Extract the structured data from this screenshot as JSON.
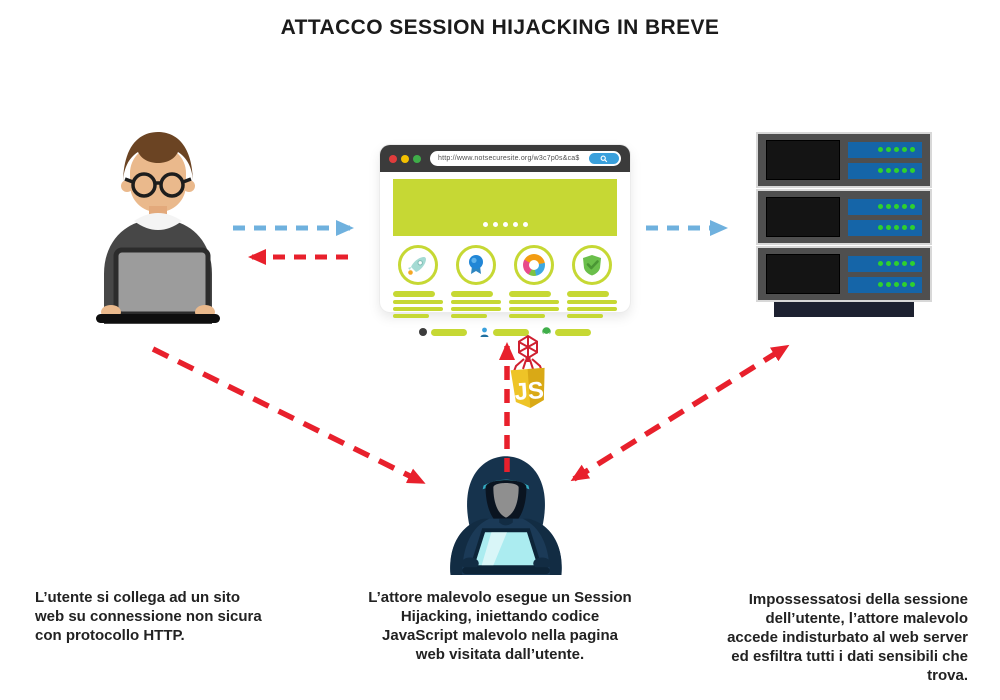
{
  "title": "ATTACCO SESSION HIJACKING IN BREVE",
  "browser": {
    "url": "http://www.notsecuresite.org/w3c7p0s&ca$",
    "traffic_lights": [
      "red",
      "yellow",
      "green"
    ],
    "search_icon": "magnifier",
    "hero_dots": 5,
    "feature_icons": [
      "rocket",
      "award-badge",
      "donut-chart",
      "shield-check"
    ],
    "footer_icons": [
      "dark-dot",
      "blue-user",
      "green-user"
    ]
  },
  "badge": {
    "label": "JS",
    "icon": "virus-on-js-shield"
  },
  "captions": {
    "user": "L’utente si collega ad un sito web su connessione non sicura con protocollo HTTP.",
    "attacker": "L’attore malevolo esegue un Session Hijacking, iniettando codice JavaScript malevolo nella pagina web visitata dall’utente.",
    "server": "Impossessatosi della sessione dell’utente, l’attore malevolo accede indisturbato al web server ed esfiltra tutti i dati sensibili che trova."
  },
  "arrows": [
    {
      "name": "user-to-browser",
      "color": "#6fb1de",
      "style": "dashed"
    },
    {
      "name": "browser-to-user",
      "color": "#e8202c",
      "style": "dashed"
    },
    {
      "name": "browser-to-server",
      "color": "#6fb1de",
      "style": "dashed"
    },
    {
      "name": "user-to-attacker",
      "color": "#e8202c",
      "style": "dashed"
    },
    {
      "name": "attacker-to-browser",
      "color": "#e8202c",
      "style": "dashed"
    },
    {
      "name": "attacker-to-server-bidirectional",
      "color": "#e8202c",
      "style": "dashed"
    }
  ],
  "colors": {
    "lime": "#c6d834",
    "arrow_blue": "#6fb1de",
    "arrow_red": "#e8202c",
    "browser_bar": "#3b3b3b",
    "server_blue": "#1565a8",
    "led_green": "#2ed12e",
    "hoodie_navy": "#16334d",
    "js_yellow": "#eec427"
  }
}
